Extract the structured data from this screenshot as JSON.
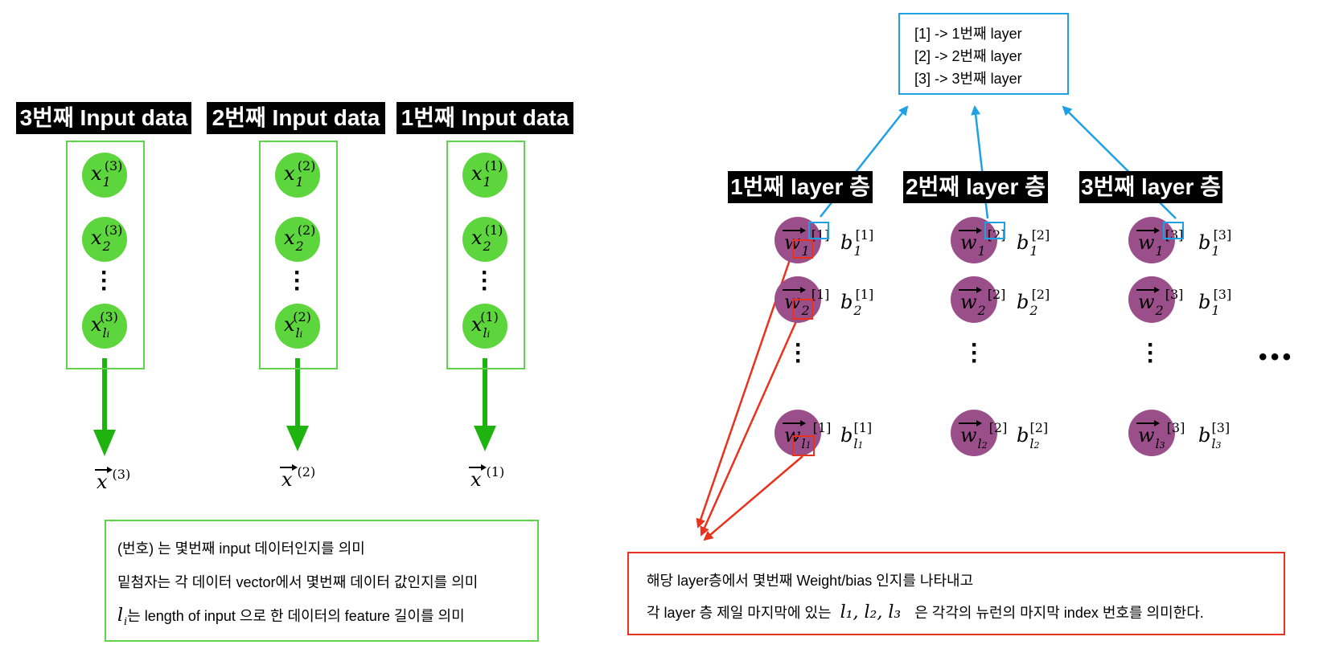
{
  "layer_legend": {
    "lines": [
      "[1] -> 1번째 layer",
      "[2] -> 2번째 layer",
      "[3] -> 3번째 layer"
    ]
  },
  "input_headers": [
    "3번째 Input data",
    "2번째 Input data",
    "1번째 Input data"
  ],
  "input_columns": [
    {
      "sup": "(3)",
      "vec_sup": "(3)"
    },
    {
      "sup": "(2)",
      "vec_sup": "(2)"
    },
    {
      "sup": "(1)",
      "vec_sup": "(1)"
    }
  ],
  "symbols": {
    "x": "x",
    "w": "w",
    "b": "b",
    "sub1": "1",
    "sub2": "2",
    "subl": "l",
    "subi": "i"
  },
  "layer_headers": [
    "1번째 layer 층",
    "2번째 layer 층",
    "3번째 layer 층"
  ],
  "layer_sups": [
    "[1]",
    "[2]",
    "[3]"
  ],
  "ellipsis": "• • •",
  "input_note": {
    "line1": "(번호) 는 몇번째 input 데이터인지를 의미",
    "line2": "밑첨자는 각 데이터 vector에서 몇번째 데이터 값인지를 의미",
    "line3_rest": "는 length of input 으로 한 데이터의 feature 길이를 의미"
  },
  "layer_note": {
    "line1": "해당 layer층에서 몇번째 Weight/bias 인지를 나타내고",
    "line2_pre": "각 layer 층 제일 마지막에 있는",
    "line2_math": "l₁, l₂, l₃",
    "line2_post": "은 각각의 뉴런의 마지막 index 번호를 의미한다."
  },
  "colors": {
    "green": "#5cd63c",
    "green_border": "#5fd34a",
    "arrow_green": "#1fb30f",
    "purple": "#9b4f8a",
    "blue": "#1ea0e6",
    "red": "#e8321e"
  }
}
